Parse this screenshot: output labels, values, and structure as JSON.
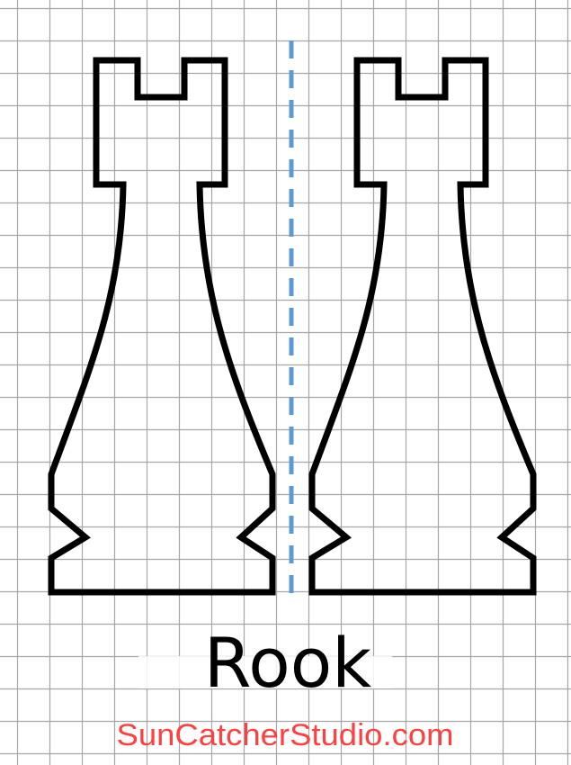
{
  "title": "Rook",
  "website": "SunCatcherStudio.com",
  "colors": {
    "grid": "#a6a6a6",
    "outline": "#000000",
    "center_line": "#5b9bd5",
    "website_text": "#ff4040"
  },
  "pieces": [
    "rook-left-half",
    "rook-right-half"
  ]
}
